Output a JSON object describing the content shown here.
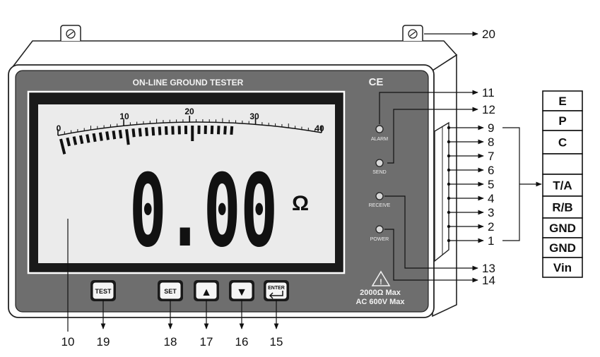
{
  "device": {
    "title": "ON-LINE GROUND TESTER",
    "ce_mark": "CE",
    "display_value": "0.00",
    "unit_symbol": "Ω",
    "rating_resistance": "2000Ω Max",
    "rating_voltage": "AC 600V Max",
    "warning_symbol": "!"
  },
  "scale": {
    "ticks": [
      "0",
      "10",
      "20",
      "30",
      "40"
    ]
  },
  "leds": [
    {
      "label": "ALARM"
    },
    {
      "label": "SEND"
    },
    {
      "label": "RECEIVE"
    },
    {
      "label": "POWER"
    }
  ],
  "buttons": [
    {
      "label": "TEST"
    },
    {
      "label": "SET"
    },
    {
      "label": "▲"
    },
    {
      "label": "▼"
    },
    {
      "label": "ENTER"
    }
  ],
  "terminals": [
    "E",
    "P",
    "C",
    "",
    "T/A",
    "R/B",
    "GND",
    "GND",
    "Vin"
  ],
  "callouts": {
    "c1": "1",
    "c2": "2",
    "c3": "3",
    "c4": "4",
    "c5": "5",
    "c6": "6",
    "c7": "7",
    "c8": "8",
    "c9": "9",
    "c10": "10",
    "c11": "11",
    "c12": "12",
    "c13": "13",
    "c14": "14",
    "c15": "15",
    "c16": "16",
    "c17": "17",
    "c18": "18",
    "c19": "19",
    "c20": "20"
  }
}
